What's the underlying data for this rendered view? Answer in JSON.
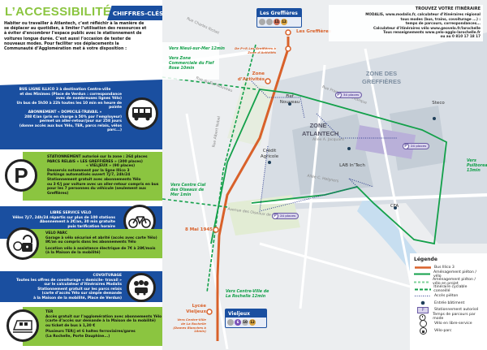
{
  "header": {
    "title": "L’ACCESSIBILITÉ",
    "badge": "CHIFFRES-CLÉS",
    "intro": "Habiter ou travailler à Atlantech, c’est réfléchir à la manière de se déplacer au quotidien, à limiter l’utilisation des ressources et à éviter d’encombrer l’espace public avec le stationnement de voitures longue durée. C’est aussi l’occasion de tester de nouveaux modes. Pour faciliter vos déplacements la Communauté d’Agglomération met à votre disposition :"
  },
  "blocks": [
    {
      "id": "bus",
      "color": "blue",
      "icon": "bus-icon",
      "lines": [
        "BUS LIGNE ILLICO 3 à destination Centre-ville",
        "et des Minimes (Place de Verdun : correspondance",
        "avec de nombreuses lignes Yélo)",
        "Un bus de 5h50 à 22h toutes les 10 min en heure de pointe",
        "ABONNEMENT « DOMICILE-TRAVAIL »",
        "208 €/an (pris en charge à 50% par l’employeur)",
        "permet un aller-retour/jour sur 258 jours",
        "(donne accès aux bus Yélo, TER, parcs relais, vélos parc...)"
      ]
    },
    {
      "id": "parking",
      "color": "green",
      "icon": "parking-icon",
      "icon_glyph": "P",
      "lines": [
        "STATIONNEMENT autorisé sur la zone : 264 places",
        "PARCS RELAIS « LES GREFFIÈRES » (300 places)",
        "« VIELJEUX » (90 places)",
        "Desservis notamment par la ligne Illico 3",
        "Parkings automatisés ouvert 7j/7, 24h/24",
        "Stationnement gratuit avec abonnements Yélo",
        "ou 3 €/j par voiture avec un aller-retour compris en bus",
        "pour les 7 personnes du véhicule (seulement aux Greffières)"
      ]
    },
    {
      "id": "bike-share",
      "color": "blue",
      "icon": "bicycle-icon",
      "lines": [
        "LIBRE SERVICE VELO",
        "Vélos 7j/7, 24h/24 répartis sur plus de 100 stations",
        "Abonnement à 2€/an, 30 min gratuite",
        "puis tarification horaire"
      ]
    },
    {
      "id": "bike-park",
      "color": "green",
      "icon": "bike-lock-icon",
      "lines": [
        "VELO PARC",
        "Garage à vélo sécurisé et abrité (accès avec carte Yélo)",
        "8€/an ou compris dans les abonnements Yélo",
        "Location vélo à assistance électrique de 7€ à 28€/mois",
        "(à la Maison de la mobilité)"
      ]
    },
    {
      "id": "carpool",
      "color": "blue",
      "icon": "carpool-icon",
      "lines": [
        "COVOITURAGE",
        "Toutes les offres de covoiturage « domicile- travail »",
        "sur le calculateur d’itinéraires Modalis",
        "Stationnement gratuit sur les parcs relais",
        "(carte d’accès Yélo sur simple demande",
        "à la Maison de la mobilité, Place de Verdun)"
      ]
    },
    {
      "id": "train",
      "color": "green",
      "icon": "train-icon",
      "lines": [
        "TER",
        "Accès gratuit sur l’agglomération avec abonnements Yélo",
        "(carte d’accès sur demande à la Maison de la mobilité)",
        "ou ticket de bus à 1,30 €",
        "Plusieurs TER/j et 6 haltes ferroviaires/gares",
        "(La Rochelle, Porte Dauphine...)"
      ]
    }
  ],
  "info": {
    "title": "TROUVEZ VOTRE ITINÉRAIRE",
    "lines": [
      "MODALIS, www.modalis.fr, calculateur d’itinéraires régional",
      "tous modes (bus, trains, covoiturage ...) :",
      "temps de parcours, correspondances...",
      "Calculateur d’itinéraires vélo www.geovelo.fr/larochelle",
      "Tous renseignements www.yelo-agglo-larochelle.fr",
      "ou au 0 810 17 18 17"
    ]
  },
  "map": {
    "zones": [
      "ZONE DES GREFFIÈRES",
      "ZONE ATLANTECH"
    ],
    "places": [
      "Fief Nouveau",
      "Crédit Agricole",
      "LAB In’Tech",
      "Steco",
      "CFA"
    ],
    "streets": [
      "Rue Charles Richet",
      "Rue du Fief Nouveau",
      "Rue Albert Nobel",
      "Avenue du 8 Mai 1945",
      "Rue François Hennebique",
      "Allée A. Jacquard",
      "Allée C. Helgners",
      "Rue Louis Tardy",
      "Rue René Dumont",
      "Avenue des Oiseaux de Mer",
      "Rue Auguste Perret",
      "Rue Eugène Freyssinet",
      "Rue Gustave Eiffel"
    ],
    "bus_stops": [
      {
        "name": "Les Greffières",
        "lines": [
          "11",
          "12"
        ]
      },
      {
        "name": "Zone d’Activités"
      },
      {
        "name": "8 Mai 1945"
      },
      {
        "name": "Lycée Vieljeux"
      },
      {
        "name": "Vieljeux",
        "lines": [
          "6",
          "10",
          "12"
        ]
      }
    ],
    "bus_label": "Illico 3",
    "parking_badges": [
      "34 places",
      "24 places",
      "24 places"
    ],
    "destinations": [
      "Vers Nieul-sur-Mer 12min",
      "Vers Zone Commerciale du Fief Rose 10min",
      "Vers Centre Cial des Oiseaux de Mer 1min",
      "Vers Centre-Ville de La Rochelle 12min",
      "Vers Puilboreau 13min"
    ],
    "pr_note": "De P+R Les Greffières à Zone d’Activités",
    "south_note": "Vers Centre-Ville de La Rochelle (Dames Blanches à 18min)"
  },
  "legend": {
    "title": "Légende",
    "items": [
      {
        "label": "Bus Illico 3",
        "symbol": "orange-line"
      },
      {
        "label": "Aménagement piéton / vélo",
        "symbol": "green-line"
      },
      {
        "label": "Aménagement piéton / vélo en projet",
        "symbol": "green-dash-light"
      },
      {
        "label": "Itinéraire cyclable conseillé",
        "symbol": "green-dash"
      },
      {
        "label": "Accès piéton",
        "symbol": "blue-dots"
      },
      {
        "label": "Entrée bâtiment",
        "symbol": "dot"
      },
      {
        "label": "Stationnement autorisé",
        "symbol": "parking"
      },
      {
        "label": "Temps de parcours par mode",
        "symbol": "stopwatch"
      },
      {
        "label": "Vélo en libre-service",
        "symbol": "bike-share"
      },
      {
        "label": "Vélo-parc",
        "symbol": "bike-park"
      }
    ]
  },
  "colors": {
    "blue": "#1a4fa0",
    "green": "#8bc540",
    "orange": "#d9612a",
    "route_green": "#13a04a",
    "parking": "#6b5ca5"
  }
}
